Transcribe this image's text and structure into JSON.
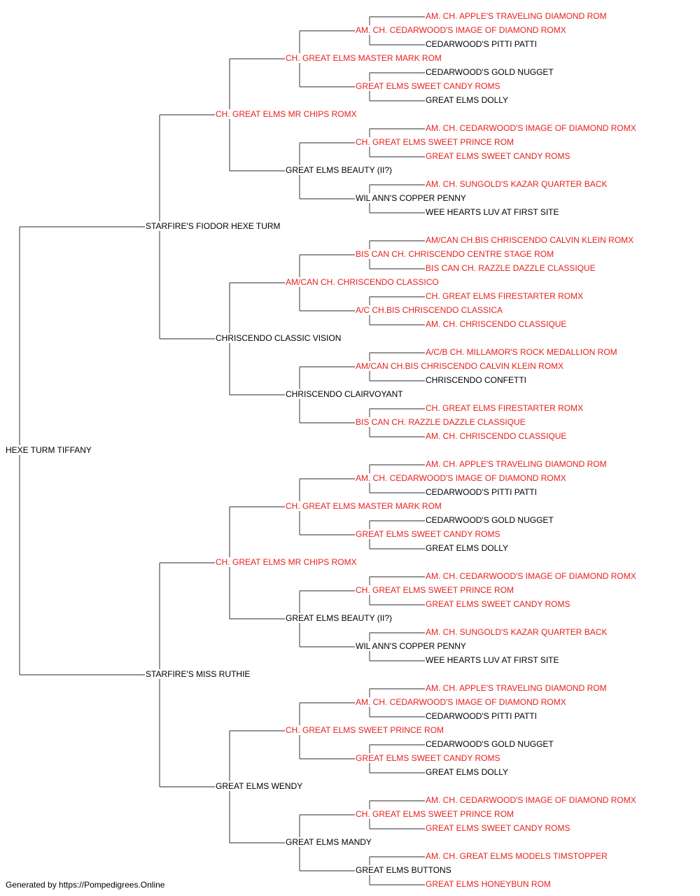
{
  "colors": {
    "champion": "#e8201c",
    "normal": "#000000",
    "line": "#555555"
  },
  "footer": "Generated by https://Pompedigrees.Online",
  "pedigree": {
    "name": "HEXE TURM TIFFANY",
    "champ": false,
    "sire": {
      "name": "STARFIRE'S FIODOR HEXE TURM",
      "champ": false,
      "sire": {
        "name": "CH. GREAT ELMS MR CHIPS ROMX",
        "champ": true,
        "sire": {
          "name": "CH. GREAT ELMS MASTER MARK ROM",
          "champ": true,
          "sire": {
            "name": "AM. CH. CEDARWOOD'S IMAGE OF DIAMOND ROMX",
            "champ": true,
            "sire": {
              "name": "AM. CH. APPLE'S TRAVELING DIAMOND ROM",
              "champ": true
            },
            "dam": {
              "name": "CEDARWOOD'S PITTI PATTI",
              "champ": false
            }
          },
          "dam": {
            "name": "GREAT ELMS SWEET CANDY ROMS",
            "champ": true,
            "sire": {
              "name": "CEDARWOOD'S GOLD NUGGET",
              "champ": false
            },
            "dam": {
              "name": "GREAT ELMS DOLLY",
              "champ": false
            }
          }
        },
        "dam": {
          "name": "GREAT ELMS BEAUTY (II?)",
          "champ": false,
          "sire": {
            "name": "CH. GREAT ELMS SWEET PRINCE ROM",
            "champ": true,
            "sire": {
              "name": "AM. CH. CEDARWOOD'S IMAGE OF DIAMOND ROMX",
              "champ": true
            },
            "dam": {
              "name": "GREAT ELMS SWEET CANDY ROMS",
              "champ": true
            }
          },
          "dam": {
            "name": "WIL ANN'S COPPER PENNY",
            "champ": false,
            "sire": {
              "name": "AM. CH. SUNGOLD'S KAZAR QUARTER BACK",
              "champ": true
            },
            "dam": {
              "name": "WEE HEARTS LUV AT FIRST SITE",
              "champ": false
            }
          }
        }
      },
      "dam": {
        "name": "CHRISCENDO CLASSIC VISION",
        "champ": false,
        "sire": {
          "name": "AM/CAN CH. CHRISCENDO CLASSICO",
          "champ": true,
          "sire": {
            "name": "BIS CAN CH. CHRISCENDO CENTRE STAGE ROM",
            "champ": true,
            "sire": {
              "name": "AM/CAN CH.BIS CHRISCENDO CALVIN KLEIN ROMX",
              "champ": true
            },
            "dam": {
              "name": "BIS CAN CH. RAZZLE DAZZLE CLASSIQUE",
              "champ": true
            }
          },
          "dam": {
            "name": "A/C CH.BIS CHRISCENDO CLASSICA",
            "champ": true,
            "sire": {
              "name": "CH. GREAT ELMS FIRESTARTER ROMX",
              "champ": true
            },
            "dam": {
              "name": "AM. CH. CHRISCENDO CLASSIQUE",
              "champ": true
            }
          }
        },
        "dam": {
          "name": "CHRISCENDO CLAIRVOYANT",
          "champ": false,
          "sire": {
            "name": "AM/CAN CH.BIS CHRISCENDO CALVIN KLEIN ROMX",
            "champ": true,
            "sire": {
              "name": "A/C/B CH. MILLAMOR'S ROCK MEDALLION ROM",
              "champ": true
            },
            "dam": {
              "name": "CHRISCENDO CONFETTI",
              "champ": false
            }
          },
          "dam": {
            "name": "BIS CAN CH. RAZZLE DAZZLE CLASSIQUE",
            "champ": true,
            "sire": {
              "name": "CH. GREAT ELMS FIRESTARTER ROMX",
              "champ": true
            },
            "dam": {
              "name": "AM. CH. CHRISCENDO CLASSIQUE",
              "champ": true
            }
          }
        }
      }
    },
    "dam": {
      "name": "STARFIRE'S MISS RUTHIE",
      "champ": false,
      "sire": {
        "name": "CH. GREAT ELMS MR CHIPS ROMX",
        "champ": true,
        "sire": {
          "name": "CH. GREAT ELMS MASTER MARK ROM",
          "champ": true,
          "sire": {
            "name": "AM. CH. CEDARWOOD'S IMAGE OF DIAMOND ROMX",
            "champ": true,
            "sire": {
              "name": "AM. CH. APPLE'S TRAVELING DIAMOND ROM",
              "champ": true
            },
            "dam": {
              "name": "CEDARWOOD'S PITTI PATTI",
              "champ": false
            }
          },
          "dam": {
            "name": "GREAT ELMS SWEET CANDY ROMS",
            "champ": true,
            "sire": {
              "name": "CEDARWOOD'S GOLD NUGGET",
              "champ": false
            },
            "dam": {
              "name": "GREAT ELMS DOLLY",
              "champ": false
            }
          }
        },
        "dam": {
          "name": "GREAT ELMS BEAUTY (II?)",
          "champ": false,
          "sire": {
            "name": "CH. GREAT ELMS SWEET PRINCE ROM",
            "champ": true,
            "sire": {
              "name": "AM. CH. CEDARWOOD'S IMAGE OF DIAMOND ROMX",
              "champ": true
            },
            "dam": {
              "name": "GREAT ELMS SWEET CANDY ROMS",
              "champ": true
            }
          },
          "dam": {
            "name": "WIL ANN'S COPPER PENNY",
            "champ": false,
            "sire": {
              "name": "AM. CH. SUNGOLD'S KAZAR QUARTER BACK",
              "champ": true
            },
            "dam": {
              "name": "WEE HEARTS LUV AT FIRST SITE",
              "champ": false
            }
          }
        }
      },
      "dam": {
        "name": "GREAT ELMS WENDY",
        "champ": false,
        "sire": {
          "name": "CH. GREAT ELMS SWEET PRINCE ROM",
          "champ": true,
          "sire": {
            "name": "AM. CH. CEDARWOOD'S IMAGE OF DIAMOND ROMX",
            "champ": true,
            "sire": {
              "name": "AM. CH. APPLE'S TRAVELING DIAMOND ROM",
              "champ": true
            },
            "dam": {
              "name": "CEDARWOOD'S PITTI PATTI",
              "champ": false
            }
          },
          "dam": {
            "name": "GREAT ELMS SWEET CANDY ROMS",
            "champ": true,
            "sire": {
              "name": "CEDARWOOD'S GOLD NUGGET",
              "champ": false
            },
            "dam": {
              "name": "GREAT ELMS DOLLY",
              "champ": false
            }
          }
        },
        "dam": {
          "name": "GREAT ELMS MANDY",
          "champ": false,
          "sire": {
            "name": "CH. GREAT ELMS SWEET PRINCE ROM",
            "champ": true,
            "sire": {
              "name": "AM. CH. CEDARWOOD'S IMAGE OF DIAMOND ROMX",
              "champ": true
            },
            "dam": {
              "name": "GREAT ELMS SWEET CANDY ROMS",
              "champ": true
            }
          },
          "dam": {
            "name": "GREAT ELMS BUTTONS",
            "champ": false,
            "sire": {
              "name": "AM. CH. GREAT ELMS MODELS TIMSTOPPER",
              "champ": true
            },
            "dam": {
              "name": "GREAT ELMS HONEYBUN ROM",
              "champ": true
            }
          }
        }
      }
    }
  }
}
